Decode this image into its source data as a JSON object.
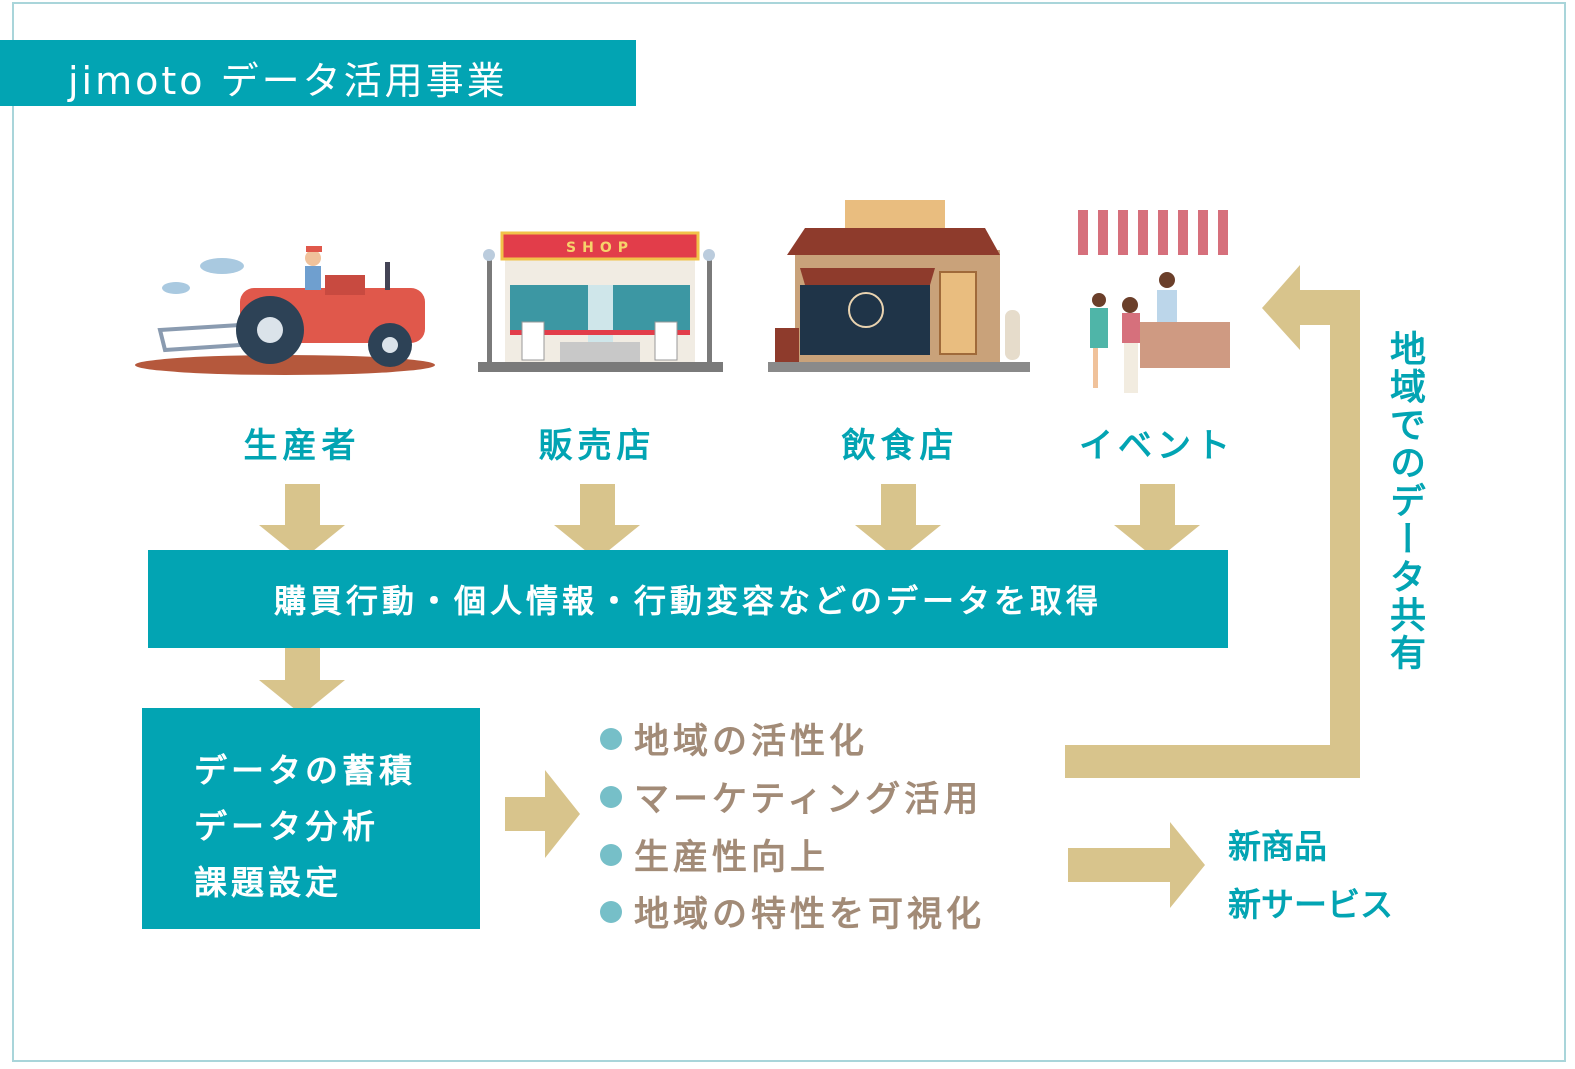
{
  "title": "jimoto データ活用事業",
  "sources": [
    {
      "label": "生産者",
      "icon": "farmer-tractor-illustration"
    },
    {
      "label": "販売店",
      "icon": "shop-illustration",
      "sign": "SHOP"
    },
    {
      "label": "飲食店",
      "icon": "cafe-illustration"
    },
    {
      "label": "イベント",
      "icon": "event-stall-illustration"
    }
  ],
  "collection_banner": "購買行動・個人情報・行動変容などのデータを取得",
  "analysis_box": [
    "データの蓄積",
    "データ分析",
    "課題設定"
  ],
  "outcomes": [
    "地域の活性化",
    "マーケティング活用",
    "生産性向上",
    "地域の特性を可視化"
  ],
  "products": [
    "新商品",
    "新サービス"
  ],
  "feedback_label": "地域でのデータ共有",
  "colors": {
    "teal": "#02a4b3",
    "arrow": "#d8c48c",
    "outcome_text": "#a28b77",
    "bullet": "#76bfc8",
    "frame": "#a9d5da"
  }
}
